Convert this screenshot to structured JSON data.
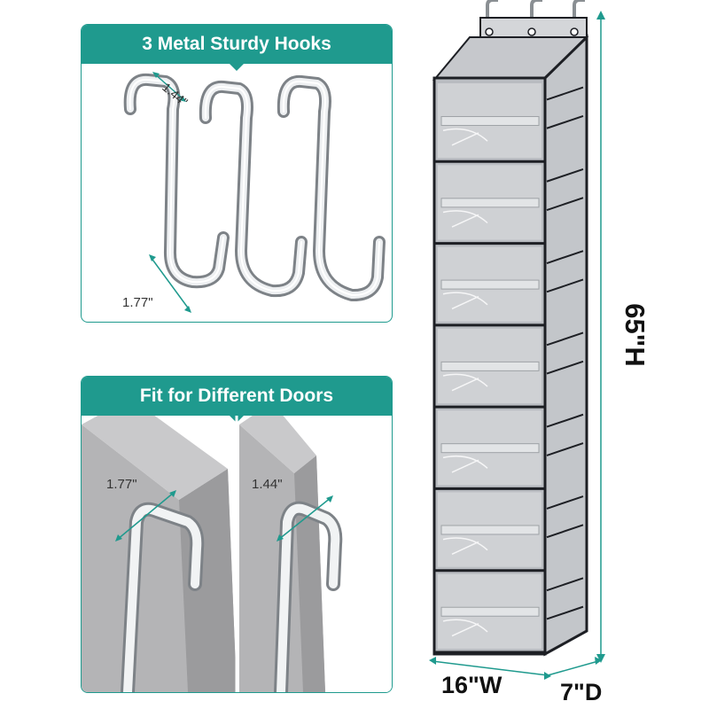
{
  "hooks_panel": {
    "title": "3 Metal Sturdy Hooks",
    "dim_width": "1.44\"",
    "dim_depth": "1.77\""
  },
  "doors_panel": {
    "title": "Fit for Different Doors",
    "thick_door_label": "1.77\"",
    "thin_door_label": "1.44\""
  },
  "organizer": {
    "height_label": "65\"H",
    "width_label": "16\"W",
    "depth_label": "7\"D",
    "shelf_count": 7,
    "hook_count": 3
  },
  "colors": {
    "accent": "#1f9a8e",
    "fabric": "#b9bcc1",
    "trim": "#1d1f24",
    "door_gray": "#a9a9a9",
    "metal": "#e4e6e8"
  }
}
